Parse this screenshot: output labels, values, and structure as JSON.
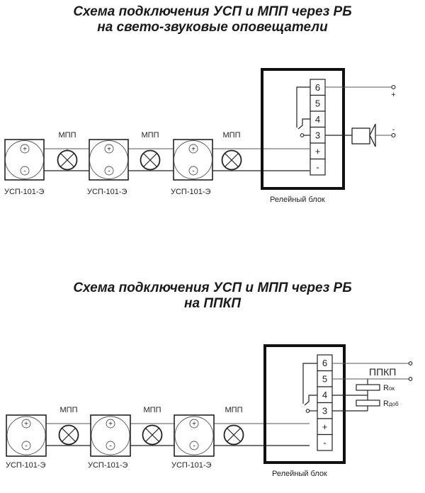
{
  "diagrams": [
    {
      "title_line1": "Схема подключения УСП и МПП через РБ",
      "title_line2": "на свето-звуковые оповещатели",
      "detectors": [
        {
          "label": "УСП-101-Э",
          "plus": "+",
          "minus": "-"
        },
        {
          "label": "УСП-101-Э",
          "plus": "+",
          "minus": "-"
        },
        {
          "label": "УСП-101-Э",
          "plus": "+",
          "minus": "-"
        }
      ],
      "modules": [
        {
          "label": "МПП"
        },
        {
          "label": "МПП"
        },
        {
          "label": "МПП"
        }
      ],
      "relay_block": {
        "label": "Релейный блок",
        "terminals": [
          "6",
          "5",
          "4",
          "3",
          "+",
          "-"
        ]
      },
      "output": {
        "plus_label": "+",
        "minus_label": "-",
        "device": "siren-speaker"
      }
    },
    {
      "title_line1": "Схема подключения УСП и МПП через РБ",
      "title_line2": "на ППКП",
      "detectors": [
        {
          "label": "УСП-101-Э",
          "plus": "+",
          "minus": "-"
        },
        {
          "label": "УСП-101-Э",
          "plus": "+",
          "minus": "-"
        },
        {
          "label": "УСП-101-Э",
          "plus": "+",
          "minus": "-"
        }
      ],
      "modules": [
        {
          "label": "МПП"
        },
        {
          "label": "МПП"
        },
        {
          "label": "МПП"
        }
      ],
      "relay_block": {
        "label": "Релейный блок",
        "terminals": [
          "6",
          "5",
          "4",
          "3",
          "+",
          "-"
        ]
      },
      "output": {
        "panel_label": "ППКП",
        "resistor1": {
          "main": "R",
          "sub": "ок"
        },
        "resistor2": {
          "main": "R",
          "sub": "доб"
        }
      }
    }
  ]
}
